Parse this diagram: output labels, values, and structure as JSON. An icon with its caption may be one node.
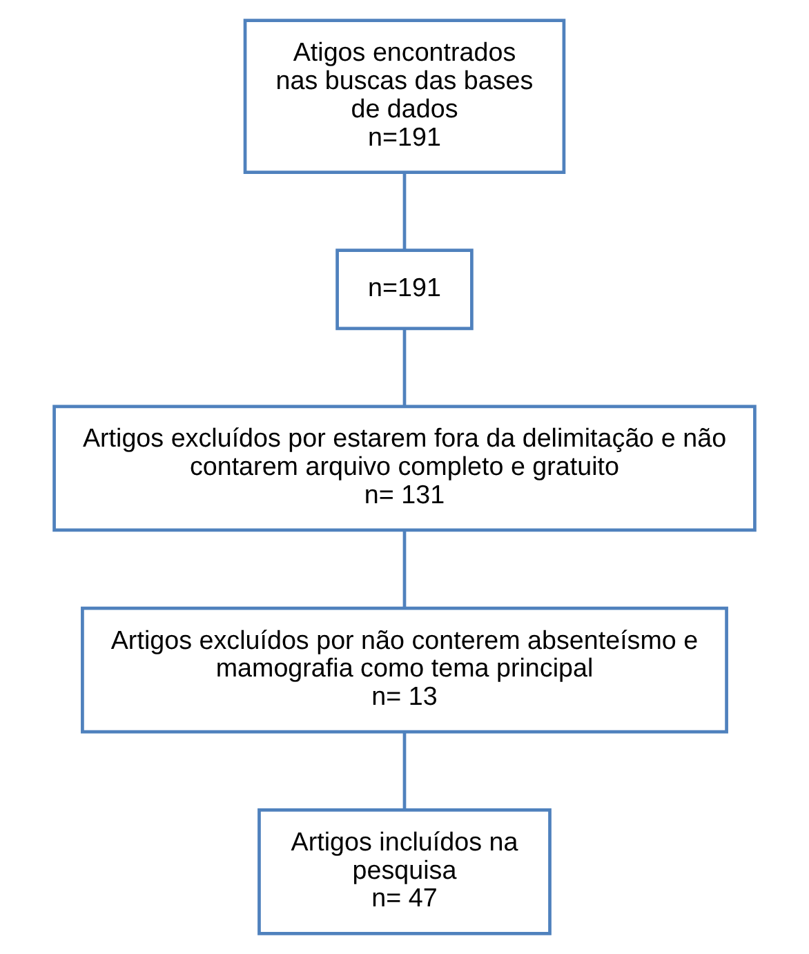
{
  "diagram": {
    "nodes": [
      {
        "text": [
          "Atigos encontrados nas buscas das bases de dados",
          "n=191"
        ]
      },
      {
        "text": [
          "n=191"
        ]
      },
      {
        "text": [
          "Artigos excluídos por estarem fora da delimitação e não contarem arquivo completo e gratuito",
          "n= 131"
        ]
      },
      {
        "text": [
          "Artigos excluídos por não conterem absenteísmo e mamografia como tema principal",
          "n= 13"
        ]
      },
      {
        "text": [
          "Artigos incluídos na pesquisa",
          "n= 47"
        ]
      }
    ],
    "edges": [
      {
        "from": 0,
        "to": 1,
        "arrow": "none"
      },
      {
        "from": 1,
        "to": 2,
        "arrow": "none"
      },
      {
        "from": 2,
        "to": 3,
        "arrow": "none"
      },
      {
        "from": 3,
        "to": 4,
        "arrow": "none"
      }
    ]
  }
}
